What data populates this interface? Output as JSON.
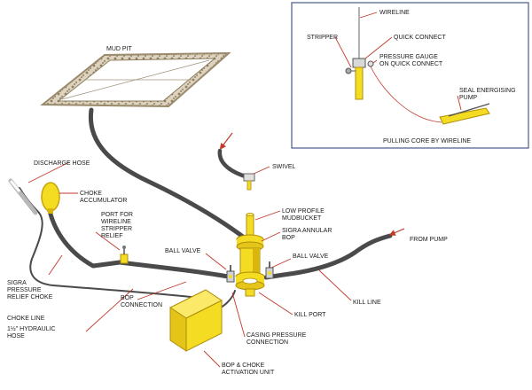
{
  "labels": {
    "mud_pit": "MUD PIT",
    "discharge_hose": "DISCHARGE HOSE",
    "choke_accumulator_1": "CHOKE",
    "choke_accumulator_2": "ACCUMULATOR",
    "port_wireline_1": "PORT FOR",
    "port_wireline_2": "WIRELINE",
    "port_wireline_3": "STRIPPER",
    "port_wireline_4": "RELIEF",
    "sigra_relief_1": "SIGRA",
    "sigra_relief_2": "PRESSURE",
    "sigra_relief_3": "RELIEF CHOKE",
    "choke_line_1": "CHOKE LINE",
    "choke_line_2": "1½\" HYDRAULIC",
    "choke_line_3": "HOSE",
    "bop_connection_1": "BOP",
    "bop_connection_2": "CONNECTION",
    "swivel": "SWIVEL",
    "low_profile_1": "LOW PROFILE",
    "low_profile_2": "MUDBUCKET",
    "sigra_annular_1": "SIGRA ANNULAR",
    "sigra_annular_2": "BOP",
    "ball_valve_left": "BALL VALVE",
    "ball_valve_right": "BALL VALVE",
    "from_pump": "FROM PUMP",
    "kill_line": "KILL LINE",
    "kill_port": "KILL PORT",
    "casing_pressure_1": "CASING PRESSURE",
    "casing_pressure_2": "CONNECTION",
    "activation_unit_1": "BOP & CHOKE",
    "activation_unit_2": "ACTIVATION UNIT",
    "inset_wireline": "WIRELINE",
    "inset_stripper": "STRIPPER",
    "inset_quick_connect": "QUICK CONNECT",
    "inset_pressure_gauge_1": "PRESSURE GAUGE",
    "inset_pressure_gauge_2": "ON QUICK CONNECT",
    "inset_seal_pump_1": "SEAL ENERGISING",
    "inset_seal_pump_2": "PUMP",
    "inset_caption": "PULLING CORE BY WIRELINE"
  },
  "colors": {
    "hose": "#4a4a4a",
    "yellow": "#f3dc22",
    "yellow_shade": "#d8b60e",
    "leader": "#c0392b",
    "gravel": "#b9a88c"
  }
}
